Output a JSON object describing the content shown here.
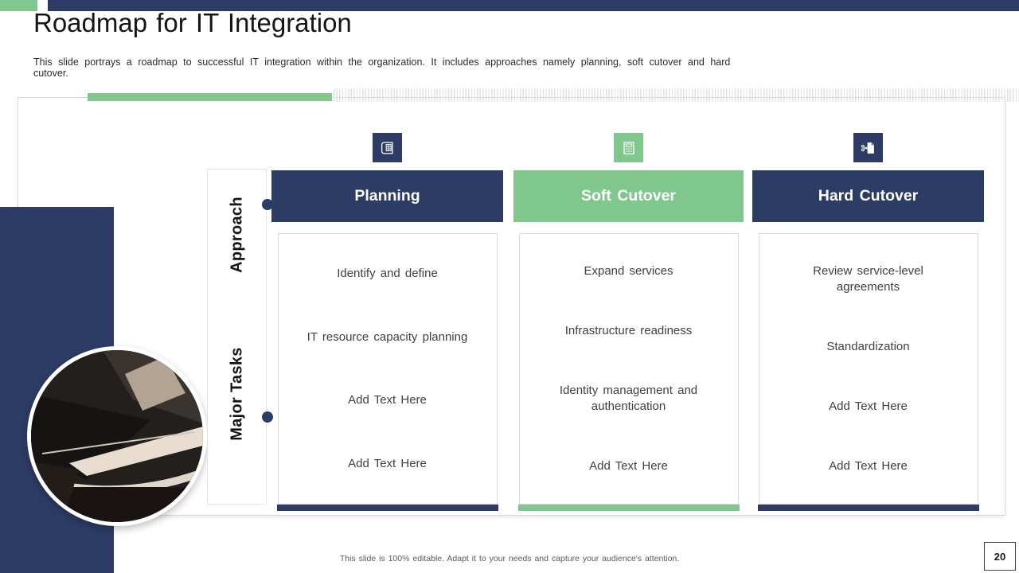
{
  "slide": {
    "title": "Roadmap for IT Integration",
    "subtitle": "This slide portrays a roadmap to successful IT integration within the organization. It includes approaches namely planning, soft cutover and hard cutover.",
    "footer_note": "This slide is 100% editable. Adapt it to your needs and capture your audience's attention.",
    "page_number": "20"
  },
  "matrix": {
    "row_labels": [
      {
        "label": "Approach"
      },
      {
        "label": "Major Tasks"
      }
    ]
  },
  "columns": [
    {
      "header": "Planning",
      "icon": "blueprint-icon",
      "accent_color": "#2d3c64",
      "tasks": [
        "Identify and define",
        "IT resource capacity planning",
        "Add Text Here",
        "Add Text Here"
      ]
    },
    {
      "header": "Soft Cutover",
      "icon": "calculator-icon",
      "accent_color": "#7fc78c",
      "tasks": [
        "Expand services",
        "Infrastructure readiness",
        "Identity management and authentication",
        "Add Text Here"
      ]
    },
    {
      "header": "Hard Cutover",
      "icon": "scissors-document-icon",
      "accent_color": "#2d3c64",
      "tasks": [
        "Review service-level agreements",
        "Standardization",
        "Add Text Here",
        "Add Text Here"
      ]
    }
  ],
  "colors": {
    "navy": "#2d3c64",
    "green": "#7fc78c",
    "task_text": "#404040",
    "frame_border": "#d9d9d9"
  }
}
